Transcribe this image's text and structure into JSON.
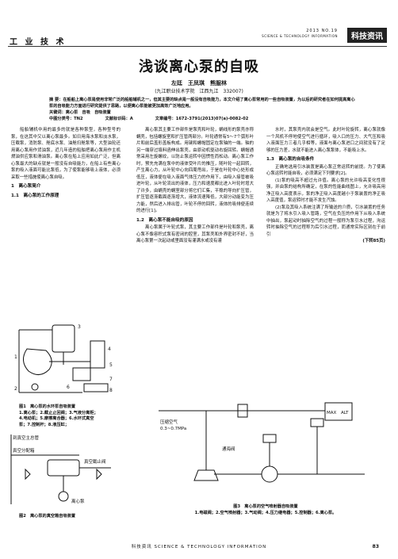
{
  "header": {
    "section": "工 业 技 术",
    "issue": "2013 NO.19",
    "journal_en": "SCIENCE & TECHNOLOGY INFORMATION",
    "badge": "科技资讯"
  },
  "title": "浅谈离心泵的自吸",
  "authors": "左廷　王凤琪　熊服林",
  "affiliation": "(九江职业技术学院　江西九江　332007)",
  "abstract": "摘 要：在船舶上离心泵是使用非常广泛的船舶辅机之一，但其主要的缺点是一般没有自吸能力，本文介绍了离心泵常用的一些自吸装置，为以后的研究者在如何提高离心泵的自吸能力方面进行研究提供了思路，以便离心泵能被更加高效广泛地应用。",
  "keywords": "关键词：离心泵　自吸　自吸装置",
  "meta": {
    "clc": "中图分类号：TN2",
    "code": "文献标识码：A",
    "article": "文章编号：1672-3791(2013)07(a)-0082-02"
  },
  "col1": {
    "intro": "船舶辅机中用的最多的就是各种泵型，各种型号的泵，在这其中又以离心泵最多。如日用海水泵和淡水泵，压载泵，消防泵、舱底水泵、油舱扫舱泵等，大型油轮还用离心泵用作货油泵，近几年造的船舶把离心泵用作主机燃油供应泵和滑油泵。离心泵在船上应用如此广泛，但离心泵最大的缺点就是一般没有自吸能力，在船上有些离心泵的吸入液面可能比泵低，为了使泵能够吸上液体，必须采取一些措施使离心泵自吸。",
    "h1": "1　离心泵简介",
    "h11": "1.1　离心泵的工作原理"
  },
  "fig1": {
    "caption": "图1　离心泵的水环泵自吸装置",
    "legend1": "1.离心泵；2.截止止回阀；3.气液分离柜；",
    "legend2": "4.电动机；5.摩擦离合器；6.水环式真空",
    "legend3": "泵；7.控制杆；8.液压缸；",
    "labels": [
      "1",
      "2",
      "3",
      "4",
      "5",
      "6",
      "7",
      "8"
    ]
  },
  "fig2": {
    "caption": "图2　离心泵的真空箱自吸装置",
    "labels": {
      "tank": "到真空主总管",
      "tank2": "真空分配箱",
      "valve": "真空截止阀",
      "pump": "离心泵"
    }
  },
  "col2": {
    "p1": "离心泵其主要工作部件是泵壳和叶轮，蜗线形的泵壳亦称蜗壳，包括螺旋室和扩压管两部分。叶轮通常有5～7个弧形叶片和前后盖形盖板构成。用键和螺帽固定在泵轴的一端。轴的另一端穿过填料函伸出泵壳，由原动机驱动右旋回转。蜗帽通常采用左旋螺纹，以防止泵运转中因惯性而松动。离心泵工作时，预先充满在泵中的液体受叶片的推压，随叶轮一起回转，产生离心力，从叶轮中心向四周甩出，于是在叶轮中心处形成低压，液体便在吸入液面气体压力的作用下，由吸入接管被吸进叶轮，从叶轮流出的液体，压力和速度都比进入叶轮时增大了许多，由蜗壳的蜗室部分将它们汇集，平稳的导向扩压管，扩压管逐渐截面逐渐增大，液体流速降低，大部分动能变为压力能，然后进入排出管，叶轮不停的回转，液体的吸排便连续的进行[1]。",
    "h12": "1.2　离心泵不能自吸的原因",
    "p2": "离心泵属于叶轮式泵，其主要工作部件是叶轮和泵壳，离心泵不像容积式泵有密闭的腔室，其泵壳和外界密封不好，当离心泵第一次起动或里面没有灌满水或没有灌"
  },
  "col3": {
    "p1": "水时，其泵壳内就会是空气。此时叶轮旋转，离心泵就像一个风机不停地使空气进行循环，吸入口的压力、大气压和吸入液面压力三者几乎相等，液面与离心泵进口之间就没有了足够的压力差，水就不能进入离心泵泵体，不能吸上水。",
    "h13": "1.3　离心泵的自吸条件",
    "p2": "正确地选用引水装置是离心泵正常运转的前提。为了使离心泵运转时能自吸，必须满足下列要求[2]。",
    "p3": "(1)泵的吸高不超过允许值。离心泵的允许吸高变化性很强，并由泵的结构所确定，在泵的性能曲线图上，允许吸高用净正吸入高度表示，泵的净正吸入高度越小于泵装置的净正吸入高度值，泵运转时才能不发生汽蚀。",
    "p4": "(2)泵及其吸入系统注满了所输送的介质，引水装置的任务就是为了将水引入吸入管路，空气在负压的作用下从吸入系统中抽出，泵起动时抽除空气的过程一般称为泵引水过程，沟运转时抽除空气的过程称为后引水过程，而通常实际区别在于前引",
    "cont": "(下转85页)"
  },
  "fig3": {
    "caption": "图3　离心泵的空气喷射器自吸装置",
    "legend": "1.电磁阀；2.空气喷射器；3.气动阀；4.压力继电器；5.控制器；6.离心泵。",
    "labels": {
      "air": "压缩空气",
      "air2": "0.3~0.7MPa",
      "water": "通海阀",
      "max": "MAX",
      "alt": "ALT"
    }
  },
  "footer": {
    "text": "科技资讯 SCIENCE & TECHNOLOGY INFORMATION",
    "page": "83"
  }
}
